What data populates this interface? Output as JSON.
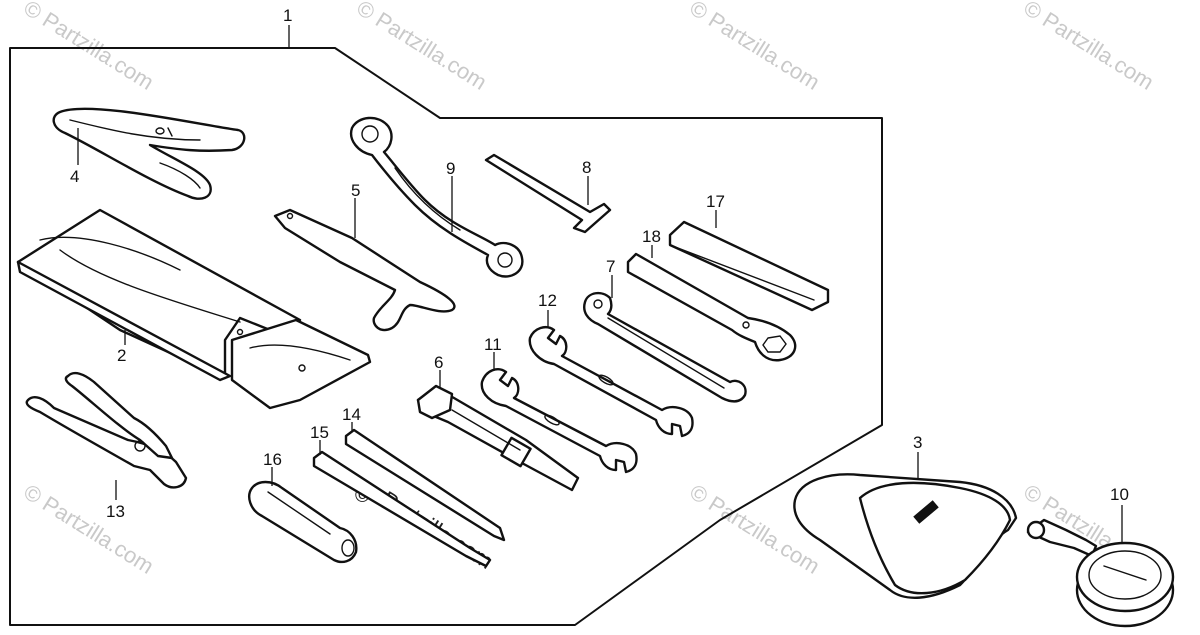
{
  "watermarks": {
    "text": "© Partzilla.com",
    "copyright": "©",
    "site": "Partzilla.com"
  },
  "parts": [
    {
      "id": "tool-kit-1",
      "label": "1"
    },
    {
      "id": "tool-bag-2",
      "label": "2"
    },
    {
      "id": "tool-case-3",
      "label": "3"
    },
    {
      "id": "spoke-wrench-4",
      "label": "4"
    },
    {
      "id": "pin-spanner-5",
      "label": "5"
    },
    {
      "id": "spark-plug-wrench-6",
      "label": "6"
    },
    {
      "id": "box-wrench-7",
      "label": "7"
    },
    {
      "id": "hex-key-8",
      "label": "8"
    },
    {
      "id": "offset-wrench-9",
      "label": "9"
    },
    {
      "id": "tire-gauge-10",
      "label": "10"
    },
    {
      "id": "open-wrench-11",
      "label": "11"
    },
    {
      "id": "open-wrench-12",
      "label": "12"
    },
    {
      "id": "pliers-13",
      "label": "13"
    },
    {
      "id": "screwdriver-14",
      "label": "14"
    },
    {
      "id": "screwdriver-15",
      "label": "15"
    },
    {
      "id": "screwdriver-grip-16",
      "label": "16"
    },
    {
      "id": "feeler-17",
      "label": "17"
    },
    {
      "id": "handle-18",
      "label": "18"
    }
  ]
}
